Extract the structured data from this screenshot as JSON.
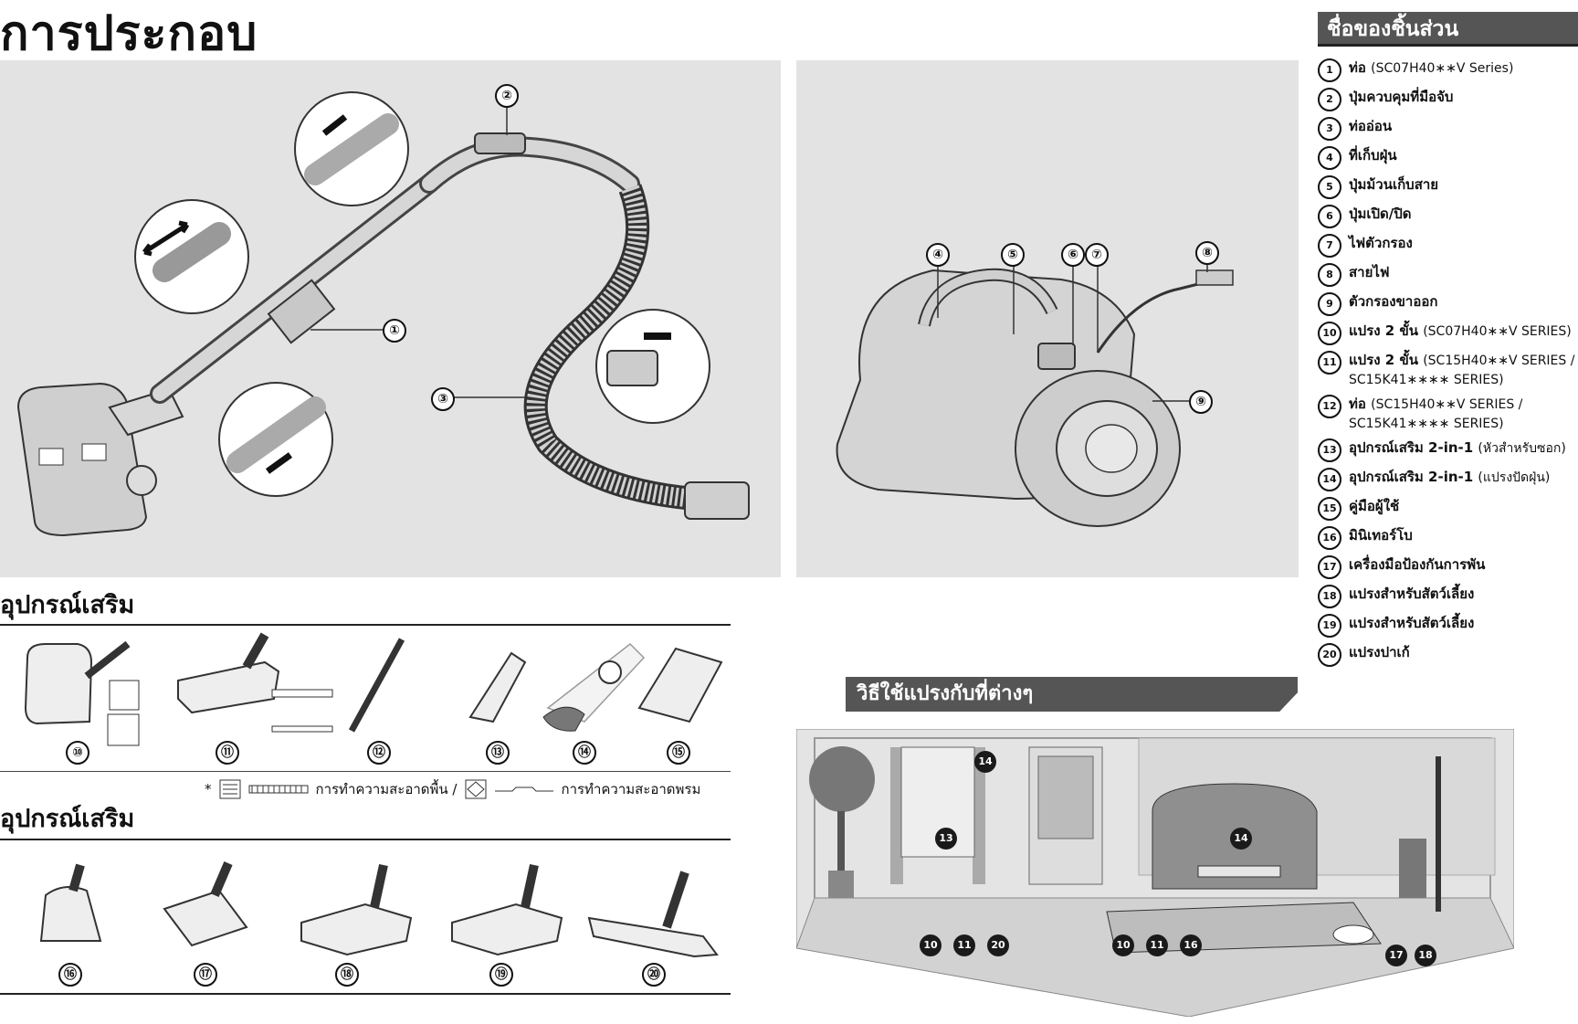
{
  "page_title": "การประกอบ",
  "assembly_callouts": [
    "①",
    "②",
    "③"
  ],
  "body_callouts": [
    "④",
    "⑤",
    "⑥",
    "⑦",
    "⑧",
    "⑨"
  ],
  "parts_header": "ชื่อของชิ้นส่วน",
  "parts": [
    {
      "num": "1",
      "name": "ท่อ",
      "note": "(SC07H40∗∗V Series)"
    },
    {
      "num": "2",
      "name": "ปุ่มควบคุมที่มือจับ",
      "note": ""
    },
    {
      "num": "3",
      "name": "ท่ออ่อน",
      "note": ""
    },
    {
      "num": "4",
      "name": "ที่เก็บฝุ่น",
      "note": ""
    },
    {
      "num": "5",
      "name": "ปุ่มม้วนเก็บสาย",
      "note": ""
    },
    {
      "num": "6",
      "name": "ปุ่มเปิด/ปิด",
      "note": ""
    },
    {
      "num": "7",
      "name": "ไฟตัวกรอง",
      "note": ""
    },
    {
      "num": "8",
      "name": "สายไฟ",
      "note": ""
    },
    {
      "num": "9",
      "name": "ตัวกรองขาออก",
      "note": ""
    },
    {
      "num": "10",
      "name": "แปรง 2 ขั้น",
      "note": "(SC07H40∗∗V SERIES)"
    },
    {
      "num": "11",
      "name": "แปรง 2 ขั้น",
      "note": "(SC15H40∗∗V SERIES / SC15K41∗∗∗∗ SERIES)"
    },
    {
      "num": "12",
      "name": "ท่อ",
      "note": "(SC15H40∗∗V SERIES / SC15K41∗∗∗∗ SERIES)"
    },
    {
      "num": "13",
      "name": "อุปกรณ์เสริม 2-in-1",
      "note": "(หัวสำหรับซอก)"
    },
    {
      "num": "14",
      "name": "อุปกรณ์เสริม 2-in-1",
      "note": "(แปรงปัดฝุ่น)"
    },
    {
      "num": "15",
      "name": "คู่มือผู้ใช้",
      "note": ""
    },
    {
      "num": "16",
      "name": "มินิเทอร์โบ",
      "note": ""
    },
    {
      "num": "17",
      "name": "เครื่องมือป้องกันการพัน",
      "note": ""
    },
    {
      "num": "18",
      "name": "แปรงสำหรับสัตว์เลี้ยง",
      "note": ""
    },
    {
      "num": "19",
      "name": "แปรงสำหรับสัตว์เลี้ยง",
      "note": ""
    },
    {
      "num": "20",
      "name": "แปรงปาเก้",
      "note": ""
    }
  ],
  "accessories_title_1": "อุปกรณ์เสริม",
  "accessories_row1": [
    "⑩",
    "⑪",
    "⑫",
    "⑬",
    "⑭",
    "⑮"
  ],
  "floor_legend": "การทำความสะอาดพื้น /",
  "carpet_legend": "การทำความสะอาดพรม",
  "legend_star": "*",
  "accessories_title_2": "อุปกรณ์เสริม",
  "accessories_row2": [
    "⑯",
    "⑰",
    "⑱",
    "⑲",
    "⑳"
  ],
  "usage_title": "วิธีใช้แปรงกับที่ต่างๆ",
  "room_markers": {
    "window_top": "14",
    "window_mid": "13",
    "sofa": "14",
    "floor_left": [
      "10",
      "11",
      "20"
    ],
    "rug": [
      "10",
      "11",
      "16"
    ],
    "pet": [
      "17",
      "18"
    ]
  },
  "colors": {
    "panel": "#e3e3e3",
    "header_bg": "#555555",
    "text": "#111111"
  }
}
